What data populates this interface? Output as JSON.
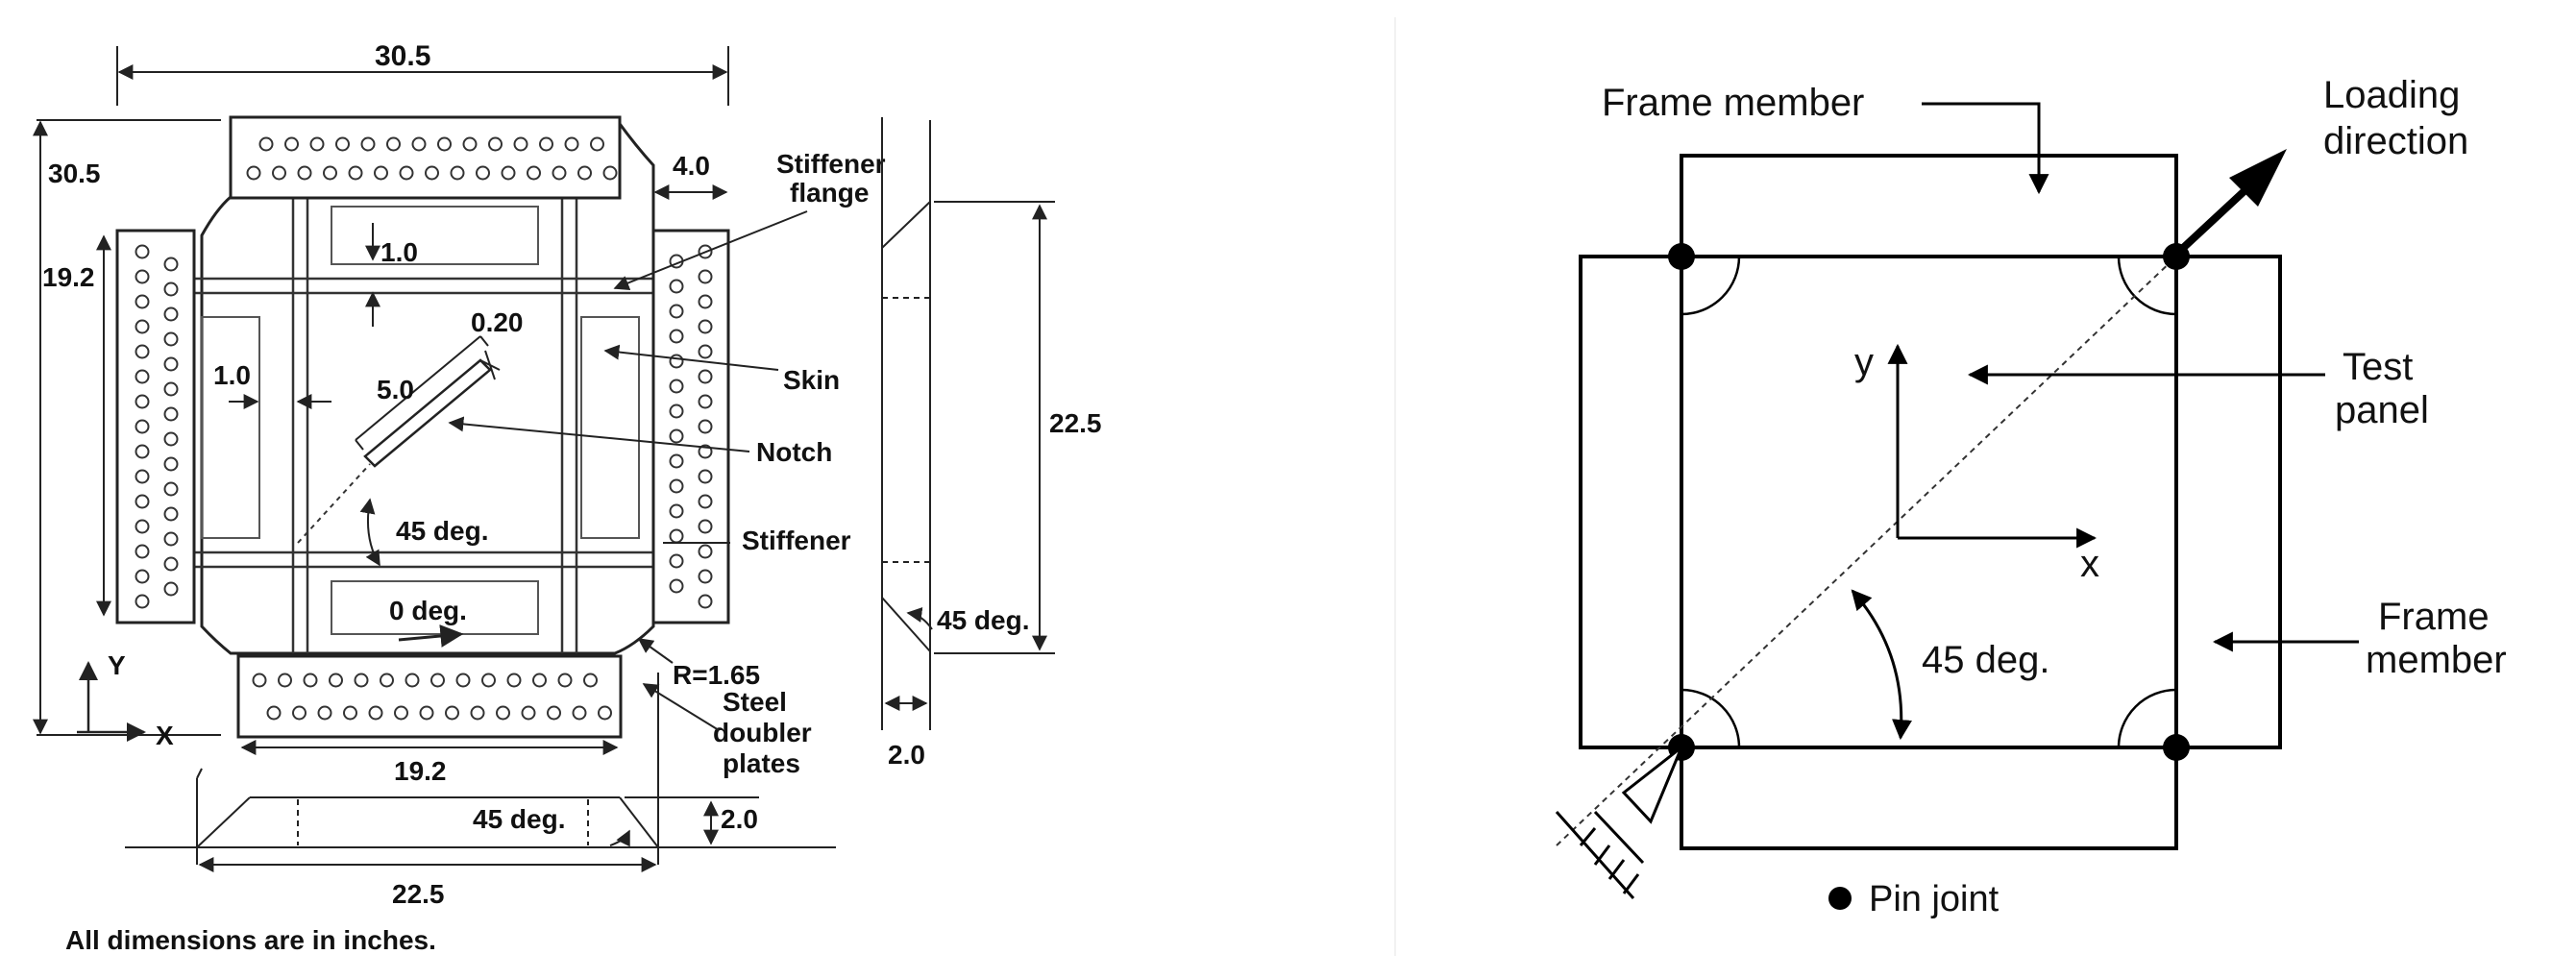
{
  "left_drawing": {
    "dims": {
      "top_width": "30.5",
      "left_height": "30.5",
      "doubler_width": "4.0",
      "inner_height": "19.2",
      "flange_offset": "1.0",
      "notch_width": "0.20",
      "side_offset": "1.0",
      "notch_length": "5.0",
      "diag_angle": "45 deg.",
      "fiber_angle": "0 deg.",
      "corner_radius": "R=1.65",
      "bottom_inner": "19.2",
      "profile_height": "22.5",
      "profile_angle_right": "45 deg.",
      "profile_thickness_right": "2.0",
      "profile_angle_bottom": "45 deg.",
      "profile_thickness_bottom": "2.0",
      "profile_width": "22.5"
    },
    "callouts": {
      "stiffener_flange_l1": "Stiffener",
      "stiffener_flange_l2": "flange",
      "skin": "Skin",
      "notch": "Notch",
      "stiffener": "Stiffener",
      "steel_l1": "Steel",
      "steel_l2": "doubler",
      "steel_l3": "plates"
    },
    "axes": {
      "y": "Y",
      "x": "X"
    },
    "note": "All dimensions are in inches."
  },
  "right_drawing": {
    "frame_member_top": "Frame member",
    "loading_l1": "Loading",
    "loading_l2": "direction",
    "test_panel_l1": "Test",
    "test_panel_l2": "panel",
    "frame_member_right_l1": "Frame",
    "frame_member_right_l2": "member",
    "angle": "45 deg.",
    "axis_y": "y",
    "axis_x": "x",
    "pin_joint": "Pin joint"
  }
}
